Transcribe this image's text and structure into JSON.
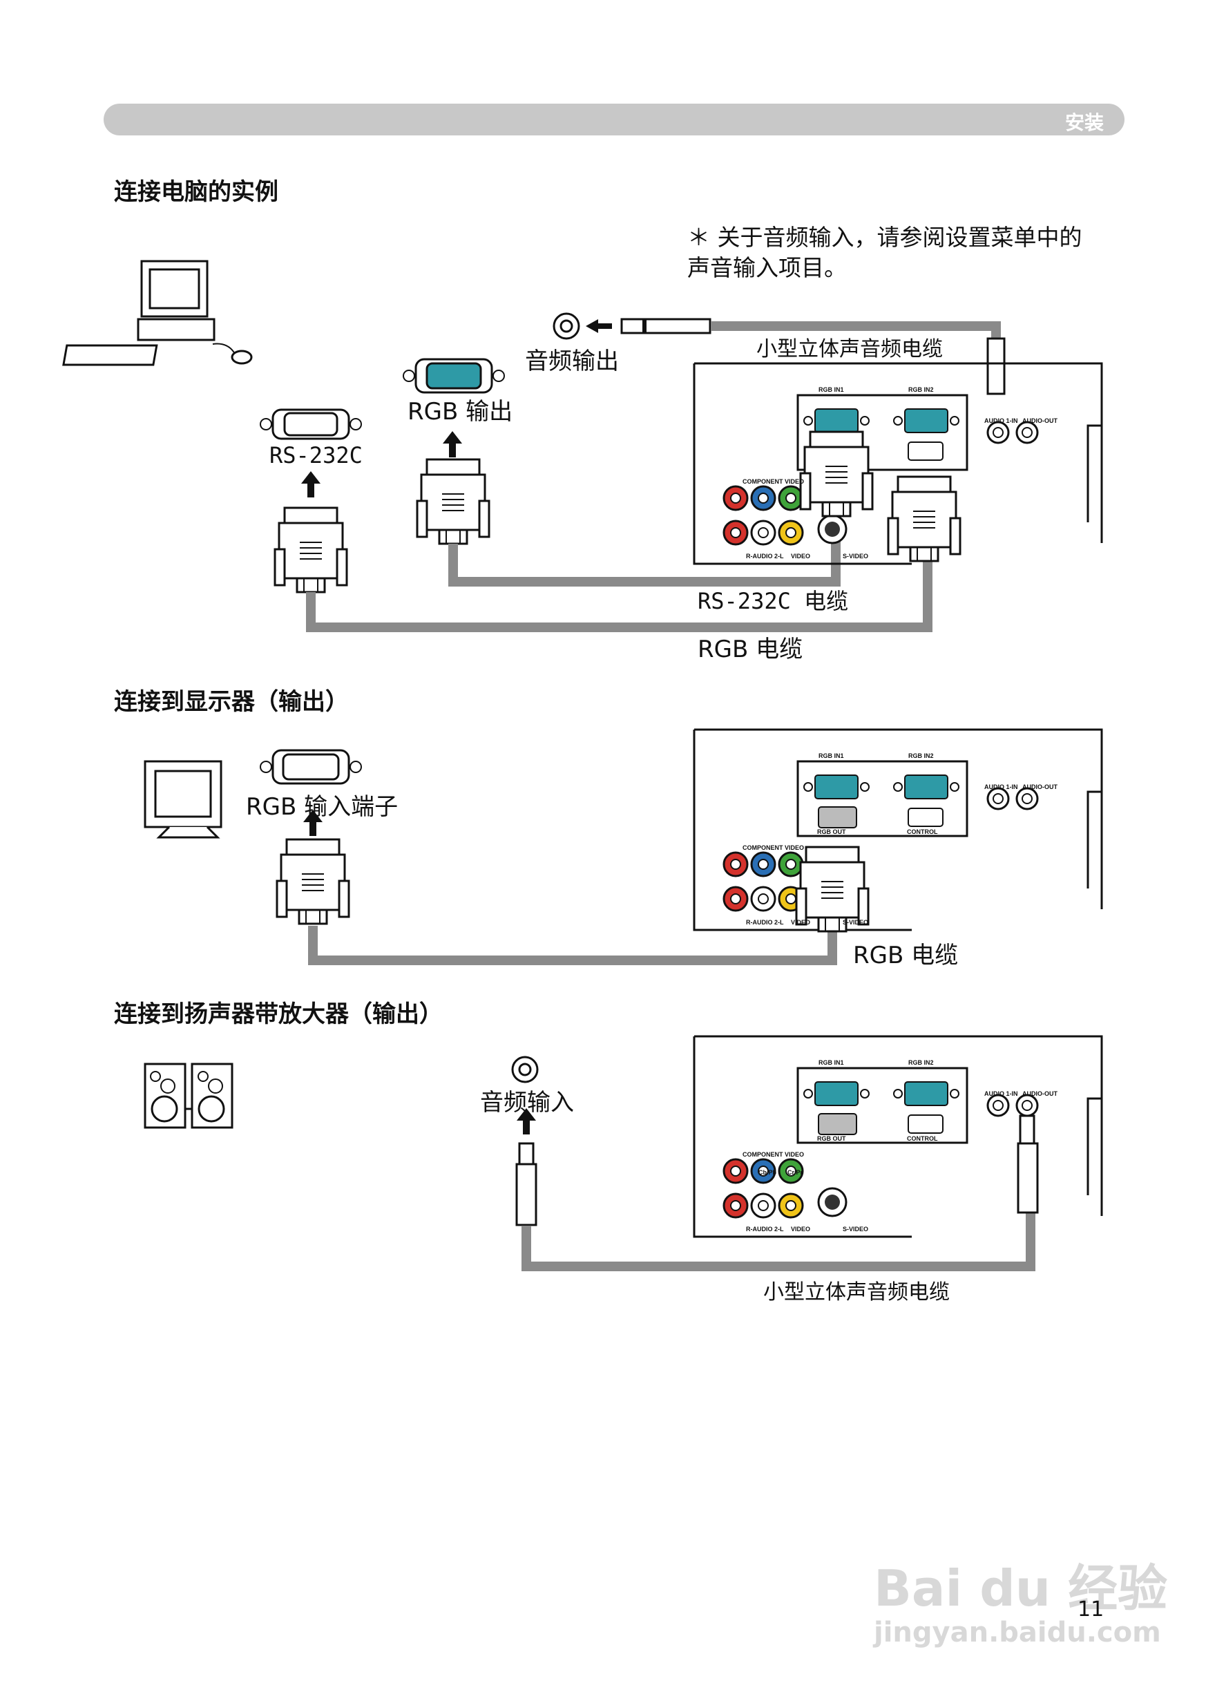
{
  "header": {
    "section": "安装"
  },
  "section1": {
    "title": "连接电脑的实例",
    "note_line1": "＊ 关于音频输入，请参阅设置菜单中的",
    "note_line2": "声音输入项目。",
    "audio_out_label": "音频输出",
    "rgb_out_label": "RGB 输出",
    "rs232c_label": "RS-232C",
    "mini_stereo_cable": "小型立体声音频电缆",
    "rs232c_cable": "RS-232C 电缆",
    "rgb_cable": "RGB 电缆"
  },
  "section2": {
    "title": "连接到显示器（输出）",
    "rgb_in_label": "RGB 输入端子",
    "rgb_cable": "RGB 电缆"
  },
  "section3": {
    "title": "连接到扬声器带放大器（输出）",
    "audio_in_label": "音频输入",
    "mini_stereo_cable": "小型立体声音频电缆"
  },
  "projector_panel": {
    "rgb_in1": "RGB IN1",
    "rgb_in2": "RGB IN2",
    "audio1_in": "AUDIO 1-IN",
    "audio_out": "AUDIO-OUT",
    "rgb_out": "RGB OUT",
    "control": "CONTROL",
    "component_video": "COMPONENT VIDEO",
    "cbpb": "Cb/Pb",
    "crpr": "Cr/Pr",
    "r_audio": "R-AUDIO 2-L",
    "video": "VIDEO",
    "s_video": "S-VIDEO"
  },
  "footer": {
    "page_number": "11",
    "watermark_brand": "Bai du 经验",
    "watermark_url": "jingyan.baidu.com"
  },
  "colors": {
    "panel_gray": "#c6c6c6",
    "cable_gray": "#8a8a8a",
    "connector_teal": "#2e9aa6",
    "rca_red": "#d4322c",
    "rca_green": "#3fa33a",
    "rca_blue": "#2a6fb5",
    "rca_yellow": "#f0c419"
  }
}
